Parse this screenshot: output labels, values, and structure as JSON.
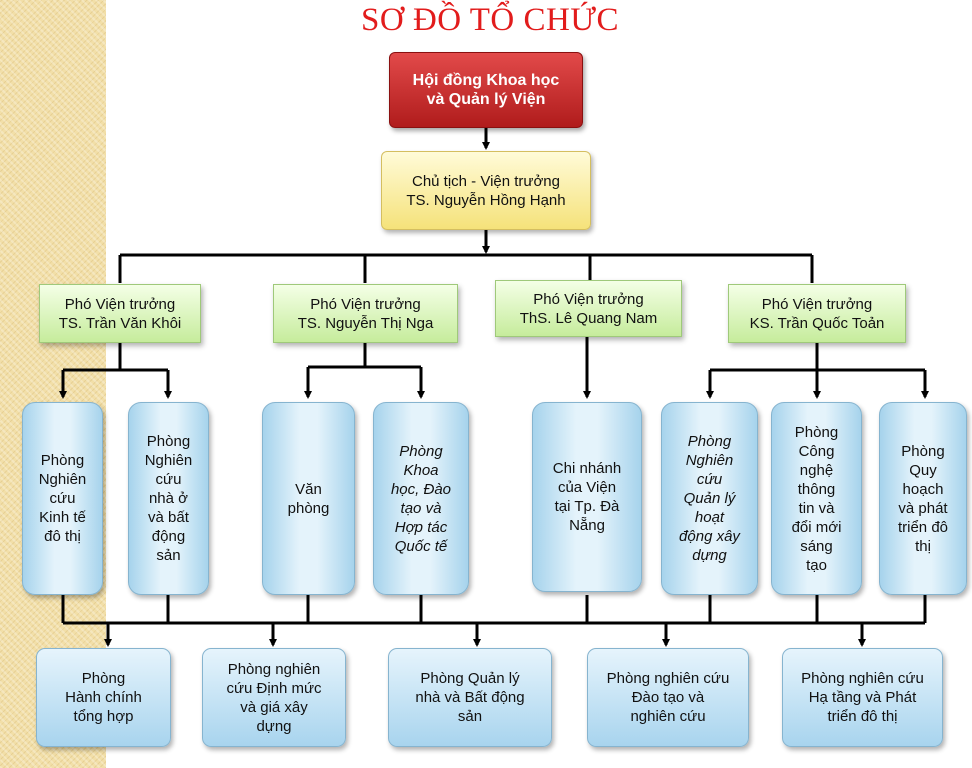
{
  "title": "SƠ ĐỒ TỔ CHỨC",
  "top": {
    "council": "Hội đồng Khoa học\nvà Quản lý Viện"
  },
  "director": "Chủ tịch - Viện trưởng\nTS. Nguyễn Hồng Hạnh",
  "deputies": [
    "Phó Viện trưởng\nTS. Trần Văn Khôi",
    "Phó Viện trưởng\nTS. Nguyễn Thị Nga",
    "Phó Viện trưởng\nThS. Lê Quang Nam",
    "Phó Viện trưởng\nKS. Trần Quốc Toản"
  ],
  "units": [
    "Phòng\nNghiên\ncứu\nKinh tế\nđô thị",
    "Phòng\nNghiên\ncứu\nnhà ở\nvà bất\nđộng\nsản",
    "Văn\nphòng",
    "Phòng\nKhoa\nhọc, Đào\ntạo và\nHợp tác\nQuốc tế",
    "Chi nhánh\ncủa Viện\ntại Tp. Đà\nNẵng",
    "Phòng\nNghiên\ncứu\nQuản lý\nhoạt\nđộng xây\ndựng",
    "Phòng\nCông\nnghệ\nthông\ntin và\nđổi mới\nsáng\ntạo",
    "Phòng\nQuy\nhoạch\nvà phát\ntriển đô\nthị"
  ],
  "bottom": [
    "Phòng\nHành chính\ntổng hợp",
    "Phòng nghiên\ncứu Định mức\nvà giá xây\ndựng",
    "Phòng Quản lý\nnhà và Bất động\nsản",
    "Phòng nghiên cứu\nĐào tạo và\nnghiên cứu",
    "Phòng nghiên cứu\nHạ tầng và Phát\ntriển đô thị"
  ]
}
